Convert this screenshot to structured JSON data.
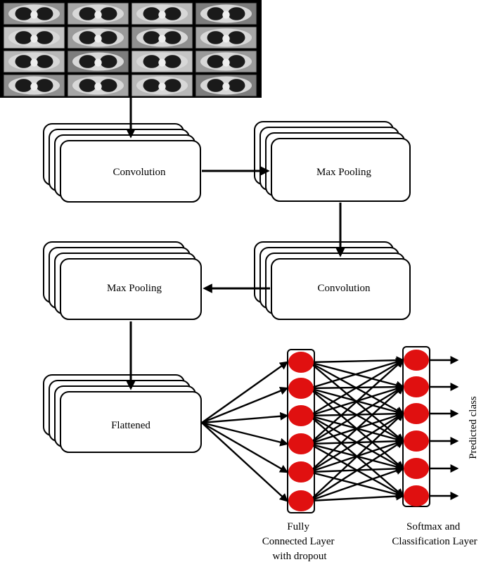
{
  "diagram": {
    "input_image": {
      "icon": "ct-scan-grid-image",
      "rows": 4,
      "cols": 4
    },
    "stages": {
      "conv1": "Convolution",
      "pool1": "Max Pooling",
      "conv2": "Convolution",
      "pool2": "Max Pooling",
      "flatten": "Flattened"
    },
    "fc_layer": {
      "label_lines": [
        "Fully",
        "Connected Layer",
        "with dropout"
      ],
      "neurons": 6
    },
    "softmax_layer": {
      "label_lines": [
        "Softmax and",
        "Classification Layer"
      ],
      "neurons": 6
    },
    "output_label": "Predicted class",
    "colors": {
      "neuron": "#e01010",
      "stroke": "#000000",
      "image_bg": "#000000"
    }
  }
}
